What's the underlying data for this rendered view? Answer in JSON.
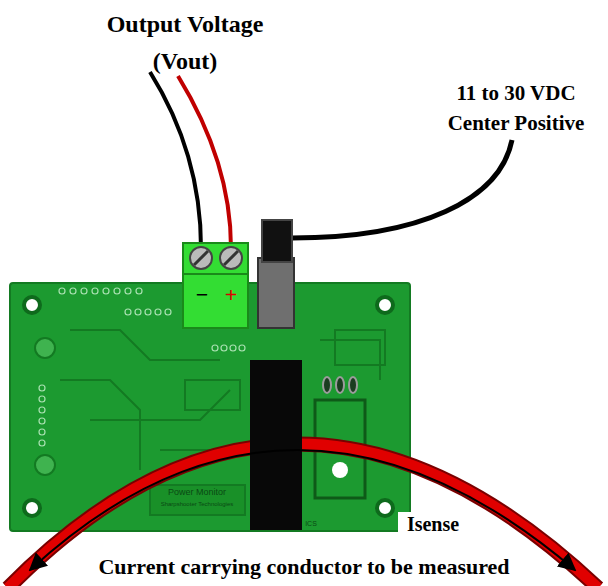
{
  "diagram": {
    "labels": [
      "Output Voltage (Vout)",
      "11 to 30 VDC Center Positive",
      "−",
      "+",
      "Power Monitor",
      "Sharpshooter Technologies",
      "ICS",
      "Isense",
      "Current carrying conductor to be measured"
    ]
  }
}
